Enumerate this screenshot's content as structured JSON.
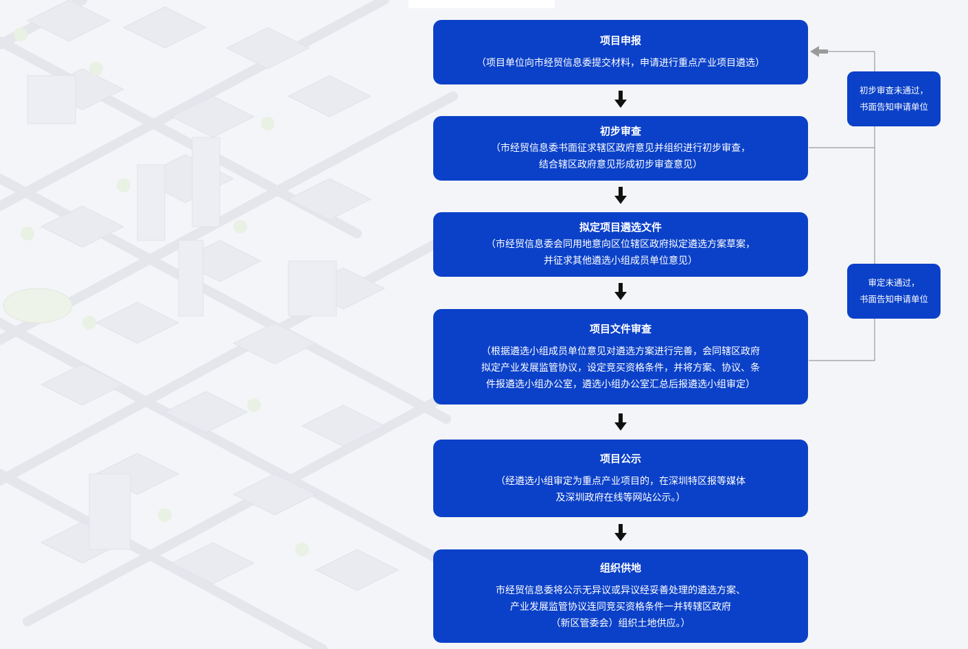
{
  "steps": [
    {
      "title": "项目申报",
      "desc": "（项目单位向市经贸信息委提交材料，申请进行重点产业项目遴选）"
    },
    {
      "title": "初步审查",
      "desc": "（市经贸信息委书面征求辖区政府意见并组织进行初步审查，\n结合辖区政府意见形成初步审查意见）"
    },
    {
      "title": "拟定项目遴选文件",
      "desc": "（市经贸信息委会同用地意向区位辖区政府拟定遴选方案草案，\n并征求其他遴选小组成员单位意见）"
    },
    {
      "title": "项目文件审查",
      "desc": "（根据遴选小组成员单位意见对遴选方案进行完善，会同辖区政府\n拟定产业发展监管协议，设定竞买资格条件，并将方案、协议、条\n件报遴选小组办公室，遴选小组办公室汇总后报遴选小组审定）"
    },
    {
      "title": "项目公示",
      "desc": "（经遴选小组审定为重点产业项目的，在深圳特区报等媒体\n及深圳政府在线等网站公示。）"
    },
    {
      "title": "组织供地",
      "desc": "市经贸信息委将公示无异议或异议经妥善处理的遴选方案、\n产业发展监管协议连同竞买资格条件一并转辖区政府\n（新区管委会）组织土地供应。）"
    }
  ],
  "notes": [
    {
      "line1": "初步审查未通过，",
      "line2": "书面告知申请单位"
    },
    {
      "line1": "审定未通过，",
      "line2": "书面告知申请单位"
    }
  ],
  "colors": {
    "box": "#0b41c8",
    "connector": "#9a9a9a",
    "arrow": "#111111"
  },
  "icons": {
    "down_arrow": "arrow-down-icon",
    "return_arrow": "arrow-left-icon"
  }
}
